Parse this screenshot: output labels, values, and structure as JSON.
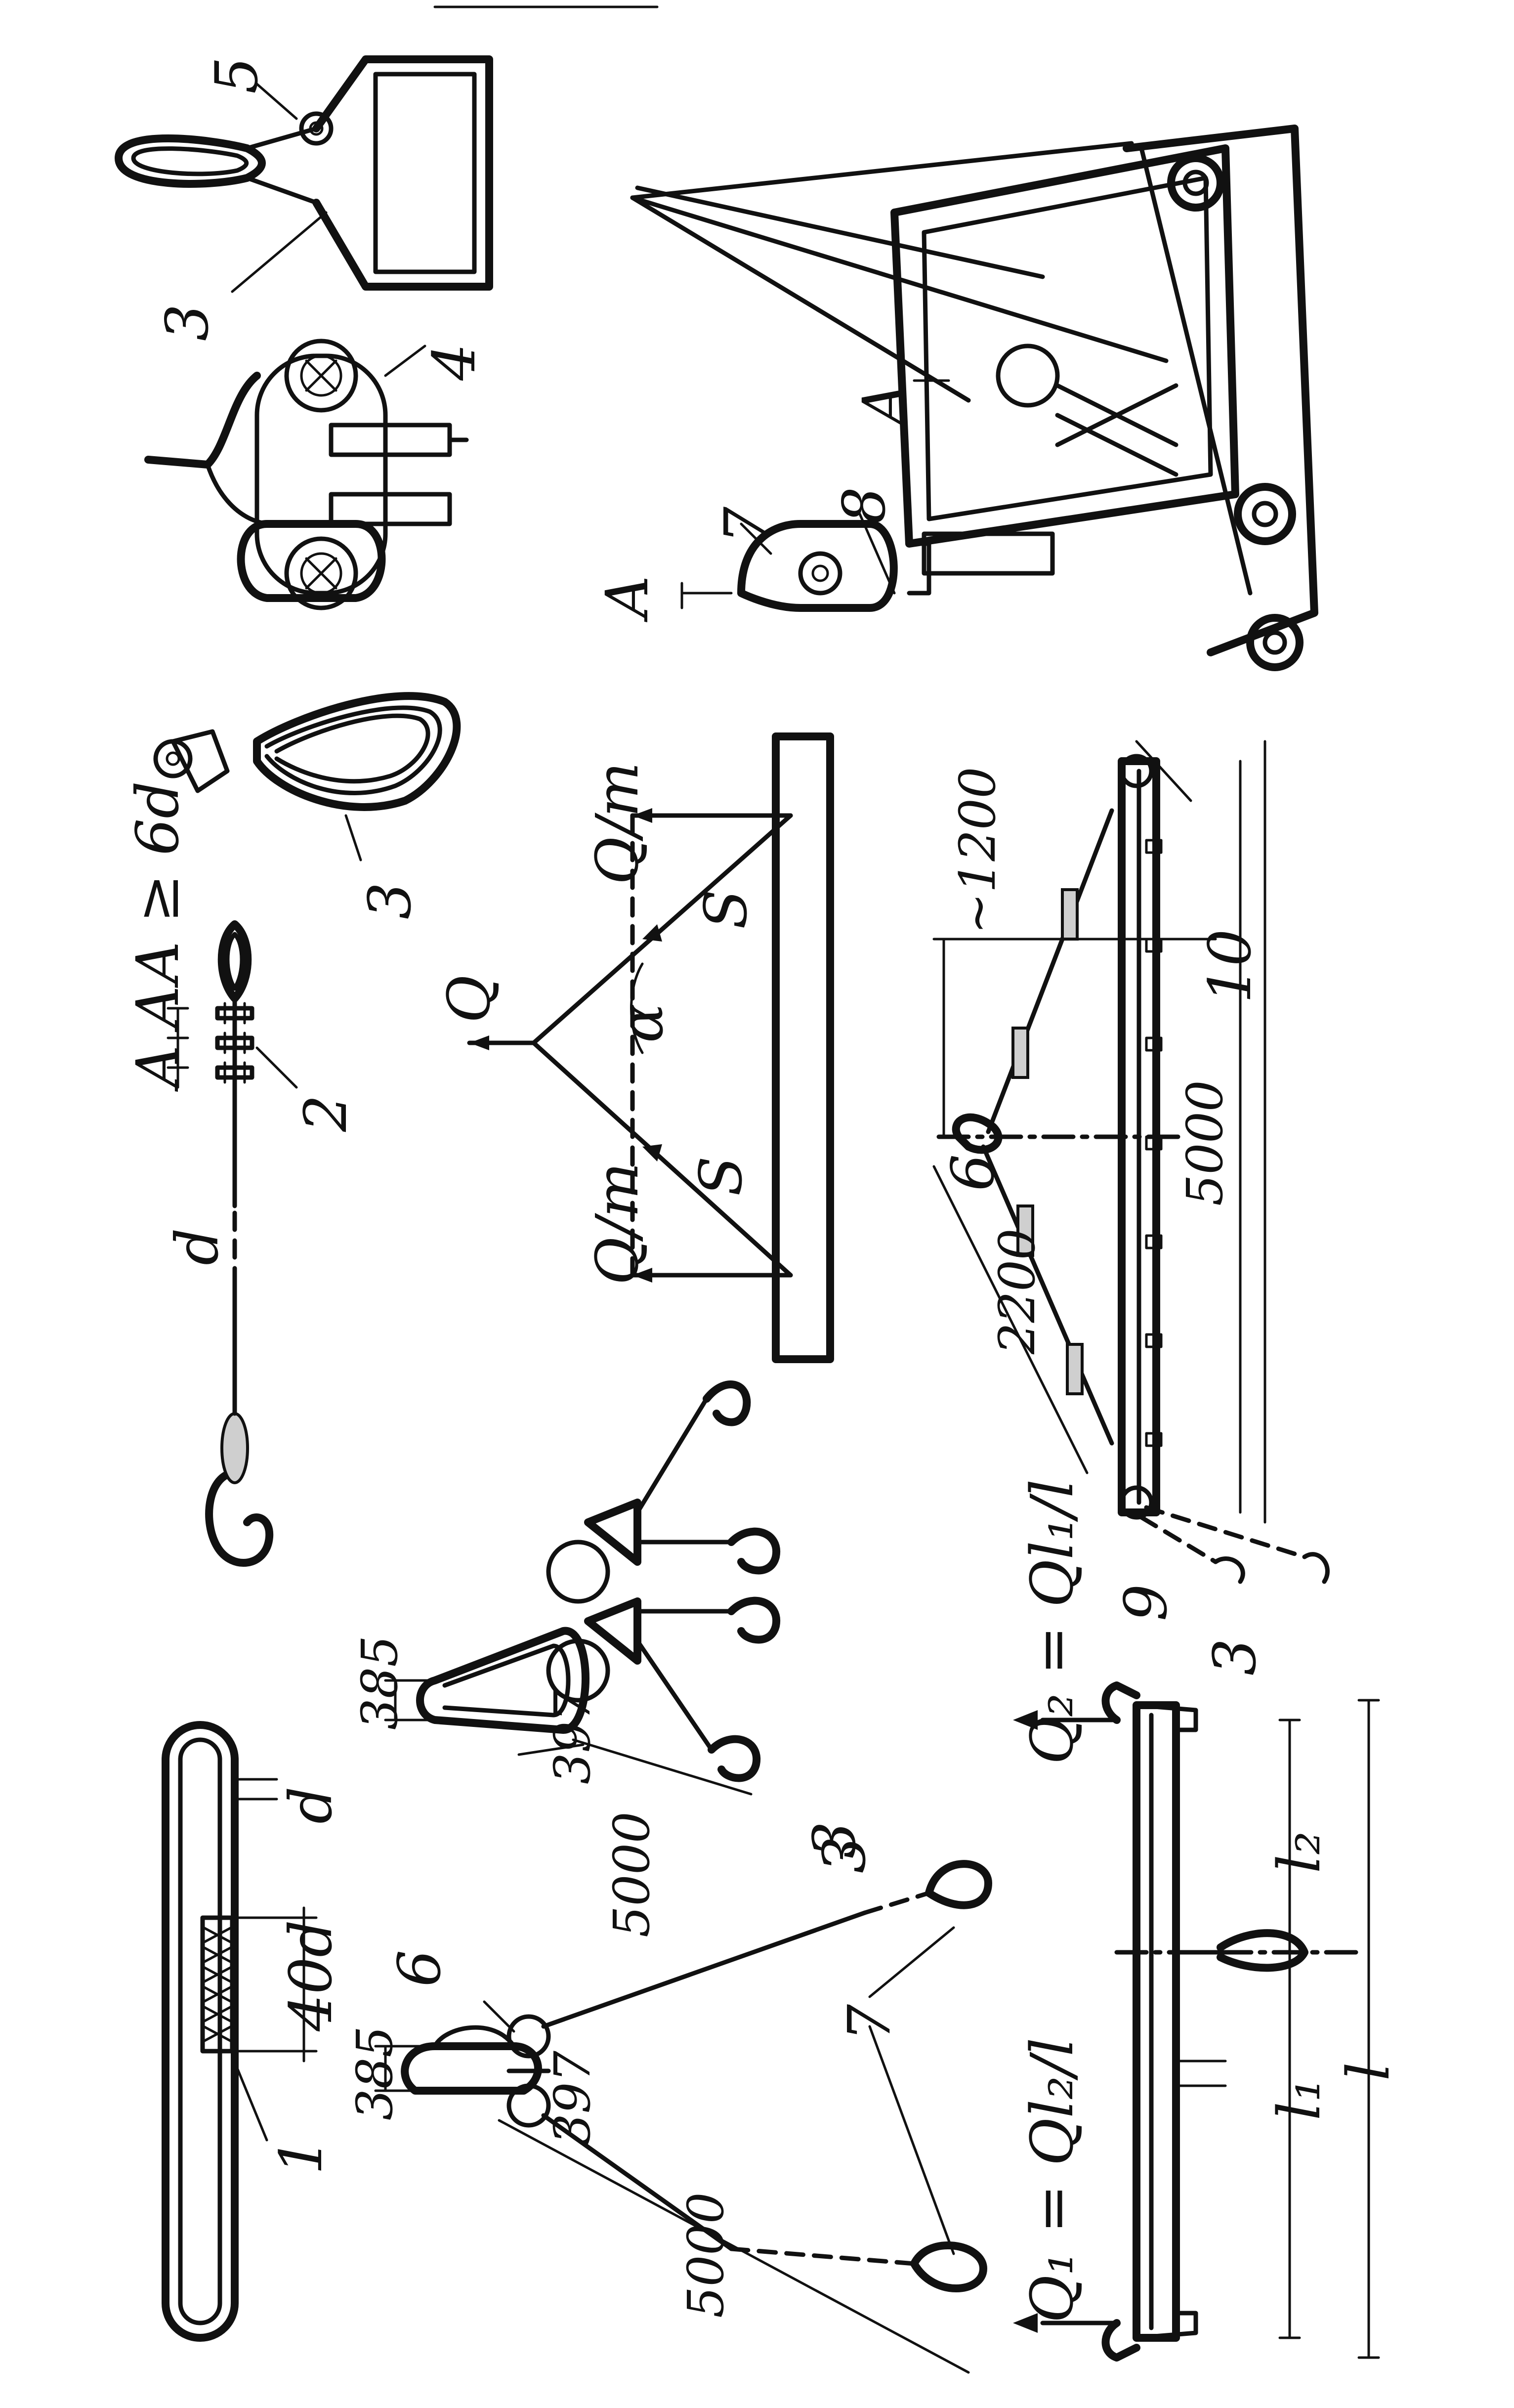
{
  "labels": {
    "l1": "1",
    "l2": "2",
    "l3a": "3",
    "l3b": "3",
    "l3c": "3",
    "l3d": "3",
    "l3e": "3",
    "l4": "4",
    "l5": "5",
    "l6a": "6",
    "l6b": "6",
    "l7a": "7",
    "l7b": "7",
    "l8": "8",
    "l9": "9",
    "l10": "10",
    "sectionA": "A",
    "sectionA2": "A",
    "spacingA1": "A",
    "spacingA2": "A",
    "spacingRule": "A ≥ 6d",
    "dimD1": "d",
    "dimD2": "d",
    "dim40d": "40d",
    "dim385a": "385",
    "dim385b": "385",
    "dim397a": "397",
    "dim397b": "397",
    "dim5000a": "5000",
    "dim5000b": "5000",
    "dim5000c": "5000",
    "dim2200": "2200",
    "dim1200": "~1200",
    "forceQ": "Q",
    "forceQm1": "Q/m",
    "forceQm2": "Q/m",
    "forceS1": "S",
    "forceS2": "S",
    "angle": "α",
    "formulaQ1": "Q₁ = Ql₂/l",
    "formulaQ2": "Q₂ = Ql₁/l",
    "len_l": "l",
    "len_l1": "l₁",
    "len_l2": "l₂"
  }
}
